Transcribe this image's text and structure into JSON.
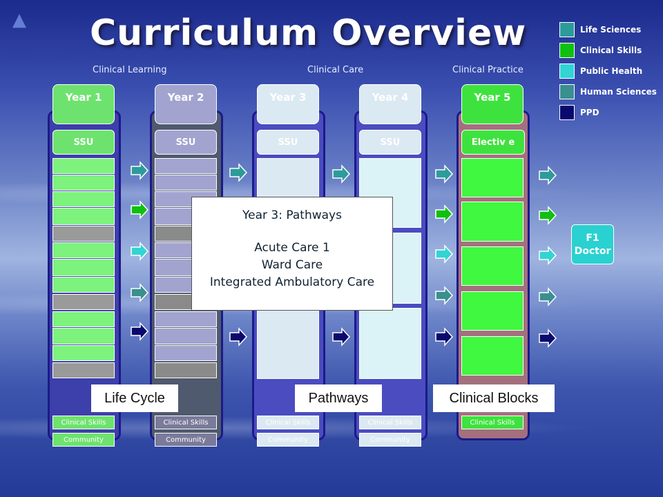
{
  "title": "Curriculum Overview",
  "phases": [
    "Clinical Learning",
    "Clinical Care",
    "Clinical Practice"
  ],
  "legend": [
    {
      "label": "Life Sciences",
      "color": "#2e9b9b"
    },
    {
      "label": "Clinical Skills",
      "color": "#10c010"
    },
    {
      "label": "Public Health",
      "color": "#33d4d4"
    },
    {
      "label": "Human Sciences",
      "color": "#3a8f8f"
    },
    {
      "label": "PPD",
      "color": "#0a0a6e"
    }
  ],
  "years": [
    {
      "label": "Year 1",
      "ssu": "SSU",
      "clinical_skills": "Clinical Skills",
      "community": "Community"
    },
    {
      "label": "Year 2",
      "ssu": "SSU",
      "clinical_skills": "Clinical Skills",
      "community": "Community"
    },
    {
      "label": "Year 3",
      "ssu": "SSU",
      "clinical_skills": "Clinical Skills",
      "community": "Community"
    },
    {
      "label": "Year 4",
      "ssu": "SSU",
      "clinical_skills": "Clinical Skills",
      "community": "Community"
    },
    {
      "label": "Year 5",
      "ssu": "Electiv e",
      "clinical_skills": "Clinical Skills"
    }
  ],
  "stage_labels": [
    "Life Cycle",
    "Pathways",
    "Clinical Blocks"
  ],
  "popup": {
    "heading": "Year 3: Pathways",
    "lines": [
      "Acute Care 1",
      "Ward Care",
      "Integrated Ambulatory Care"
    ]
  },
  "outcome": "F1 Doctor"
}
